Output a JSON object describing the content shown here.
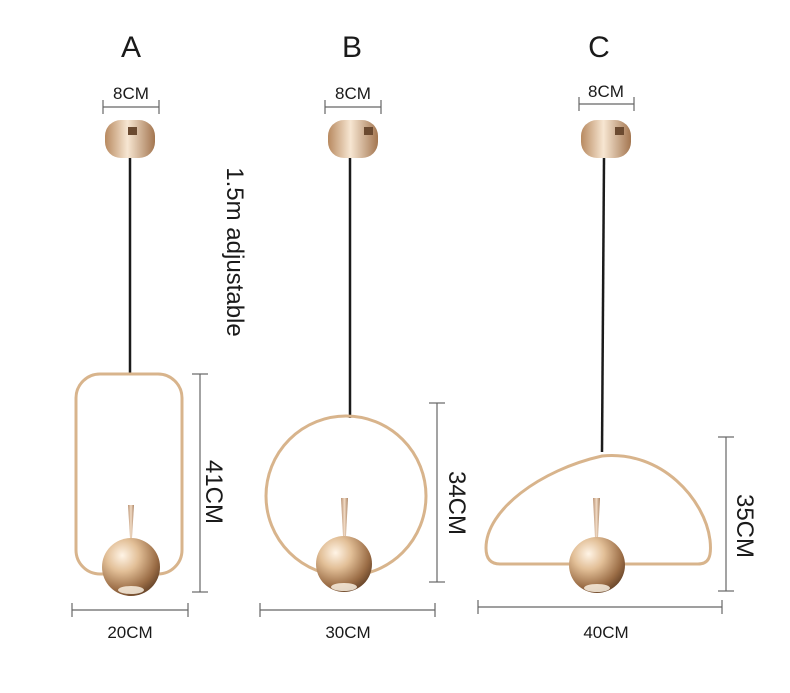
{
  "variants": [
    {
      "letter": "A",
      "canopy_width": "8CM",
      "width": "20CM",
      "height": "41CM",
      "shape": "rounded-rectangle"
    },
    {
      "letter": "B",
      "canopy_width": "8CM",
      "width": "30CM",
      "height": "34CM",
      "shape": "ring"
    },
    {
      "letter": "C",
      "canopy_width": "8CM",
      "width": "40CM",
      "height": "35CM",
      "shape": "half-dome"
    }
  ],
  "cable_note": "1.5m adjustable",
  "colors": {
    "gold": "#d8b48c",
    "gold_dark": "#a87e55",
    "cable": "#1b1b1b",
    "dimension_line": "#666666",
    "text": "#1a1a1a"
  }
}
